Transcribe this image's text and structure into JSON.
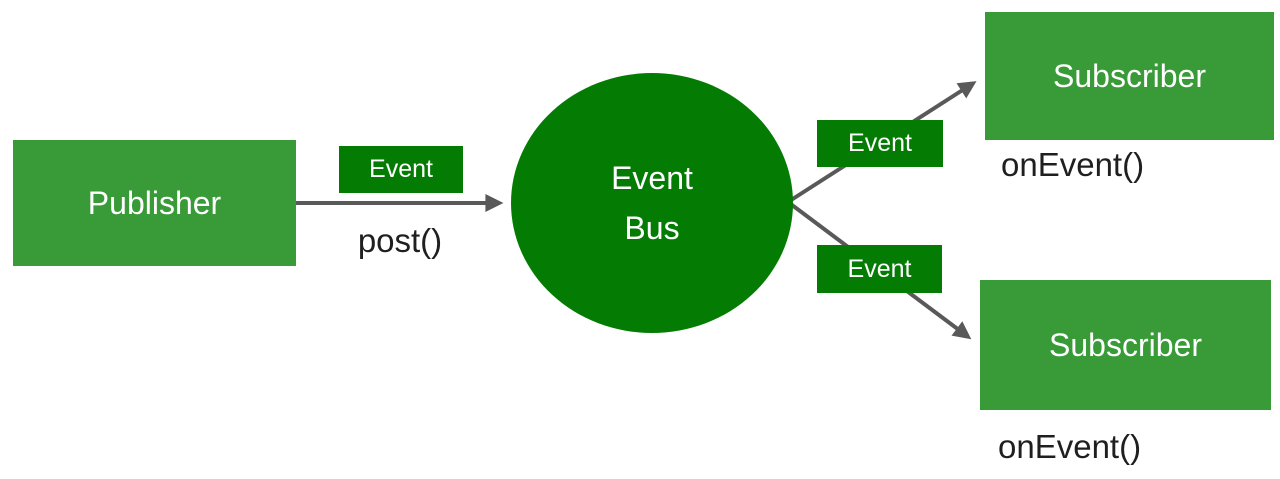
{
  "nodes": {
    "publisher": {
      "label": "Publisher"
    },
    "event_bus": {
      "label_line1": "Event",
      "label_line2": "Bus"
    },
    "subscriber_top": {
      "label": "Subscriber",
      "method": "onEvent()"
    },
    "subscriber_bottom": {
      "label": "Subscriber",
      "method": "onEvent()"
    }
  },
  "edges": {
    "publisher_to_bus": {
      "label": "Event",
      "method": "post()"
    },
    "bus_to_subscriber_top": {
      "label": "Event"
    },
    "bus_to_subscriber_bottom": {
      "label": "Event"
    }
  },
  "colors": {
    "node_green": "#389b38",
    "accent_dark_green": "#047c04",
    "arrow_gray": "#595959",
    "text_dark": "#1f1f1f",
    "text_white": "#ffffff"
  }
}
